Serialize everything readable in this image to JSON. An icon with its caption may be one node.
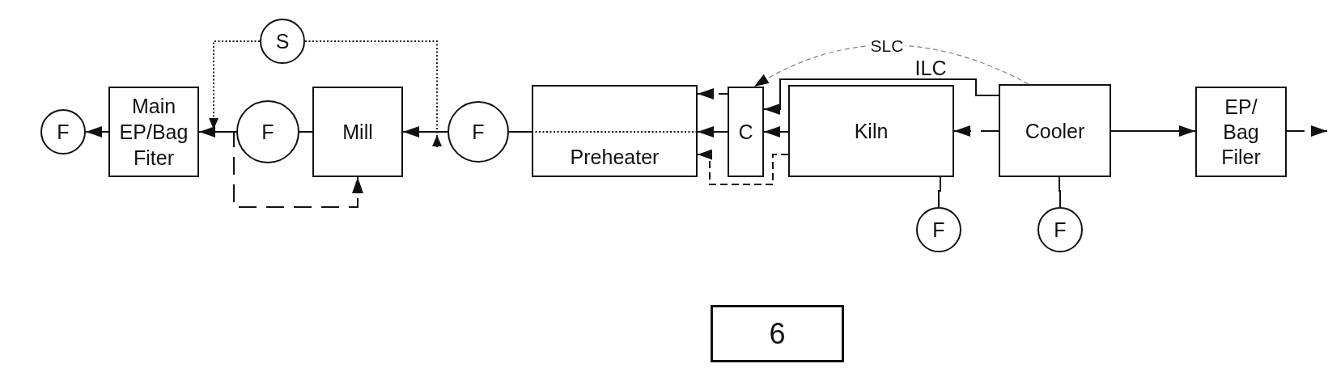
{
  "diagram": {
    "nodes": [
      {
        "text": [
          "F"
        ]
      },
      {
        "text": [
          "Main EP/Bag Fiter"
        ]
      },
      {
        "text": [
          "S"
        ]
      },
      {
        "text": [
          "F"
        ]
      },
      {
        "text": [
          "Mill"
        ]
      },
      {
        "text": [
          "F"
        ]
      },
      {
        "text": [
          "Preheater"
        ]
      },
      {
        "text": [
          "C"
        ]
      },
      {
        "text": [
          "Kiln"
        ]
      },
      {
        "text": [
          "Cooler"
        ]
      },
      {
        "text": [
          "EP/ Bag Filer"
        ]
      },
      {
        "text": [
          "F"
        ]
      },
      {
        "text": [
          "F"
        ]
      },
      {
        "text": [
          "6"
        ]
      }
    ],
    "edges": [
      {
        "from": 1,
        "to": 0,
        "arrow": "to"
      },
      {
        "from": 3,
        "to": 1,
        "arrow": "to"
      },
      {
        "from": 4,
        "to": 3,
        "arrow": "none"
      },
      {
        "from": 3,
        "to": 4,
        "arrow": "to",
        "style": "dashed"
      },
      {
        "from": 2,
        "to": 1,
        "arrow": "to",
        "style": "dashed"
      },
      {
        "from": 2,
        "to": 5,
        "arrow": "to",
        "style": "dashed"
      },
      {
        "from": 5,
        "to": 4,
        "arrow": "to"
      },
      {
        "from": 6,
        "to": 5,
        "arrow": "none"
      },
      {
        "from": 7,
        "to": 6,
        "arrow": "to",
        "style": "dashed"
      },
      {
        "from": 7,
        "to": 6,
        "arrow": "to"
      },
      {
        "from": 8,
        "to": 6,
        "arrow": "to",
        "style": "dashed"
      },
      {
        "from": 9,
        "to": 7,
        "arrow": "to",
        "label": "ILC"
      },
      {
        "from": 9,
        "to": 7,
        "arrow": "to",
        "label": "SLC",
        "style": "dashed",
        "color": "#808080"
      },
      {
        "from": 8,
        "to": 7,
        "arrow": "to"
      },
      {
        "from": 9,
        "to": 8,
        "arrow": "to",
        "style": "dashed"
      },
      {
        "from": 9,
        "to": 10,
        "arrow": "to"
      },
      {
        "from": 10,
        "to": null,
        "arrow": "to",
        "style": "dashed"
      },
      {
        "from": 11,
        "to": 8,
        "arrow": "none"
      },
      {
        "from": 12,
        "to": 9,
        "arrow": "none"
      }
    ]
  }
}
